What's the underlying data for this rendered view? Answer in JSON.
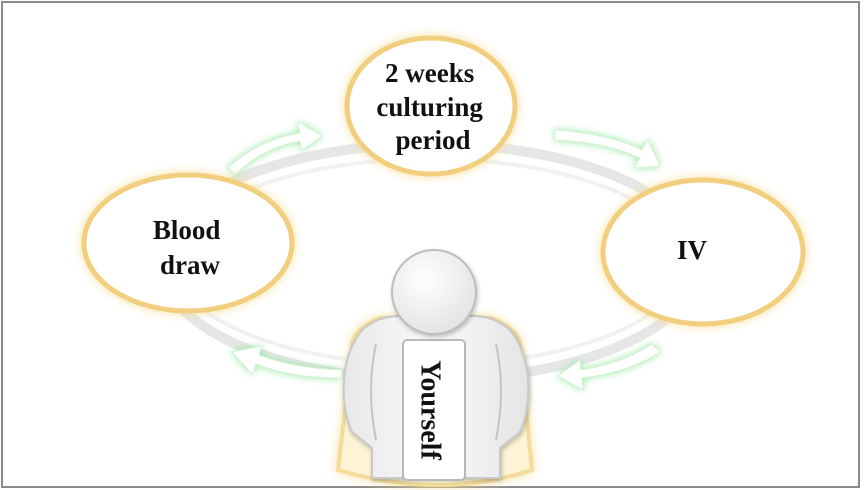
{
  "nodes": {
    "culturing": {
      "lines": [
        "2 weeks",
        "culturing",
        "period"
      ]
    },
    "blood_draw": {
      "lines": [
        "Blood",
        "draw"
      ]
    },
    "iv": {
      "lines": [
        "IV"
      ]
    },
    "person": {
      "label": "Yourself"
    }
  },
  "colors": {
    "node_border": "#f1cf7e",
    "node_glow": "#f7e7b8",
    "arrow_fill": "#ffffff",
    "arrow_glow": "#9ee8a4",
    "ring": "#dcdcdc",
    "person_body": "#eeeeee",
    "person_border": "#c8c8c8",
    "frame": "#8a8a8a"
  },
  "icons": {
    "arrows": [
      "curved-arrow-right-icon",
      "curved-arrow-down-right-icon",
      "curved-arrow-down-left-icon",
      "curved-arrow-left-icon"
    ],
    "person": "person-icon"
  }
}
